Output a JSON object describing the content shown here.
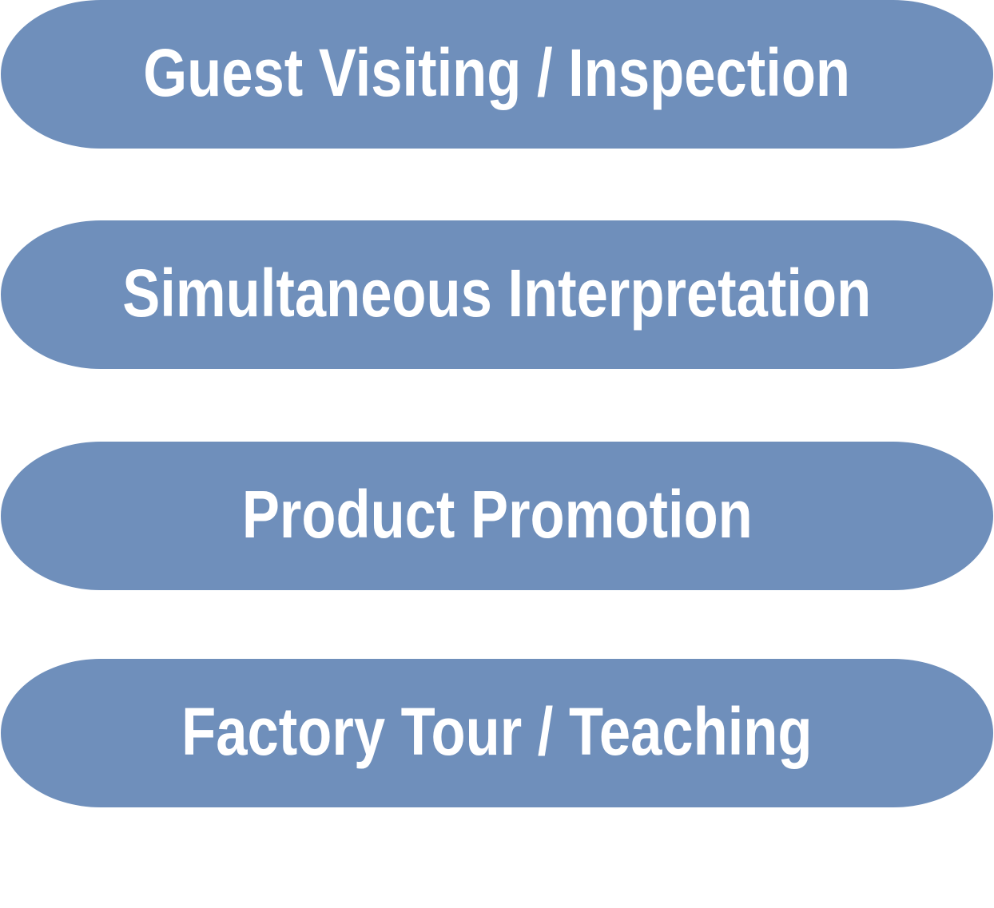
{
  "items": [
    {
      "label": "Guest Visiting / Inspection"
    },
    {
      "label": "Simultaneous Interpretation"
    },
    {
      "label": "Product Promotion"
    },
    {
      "label": "Factory Tour / Teaching"
    }
  ],
  "colors": {
    "pill_fill": "#6f8fbb",
    "label_text": "#ffffff",
    "background": "#ffffff"
  }
}
